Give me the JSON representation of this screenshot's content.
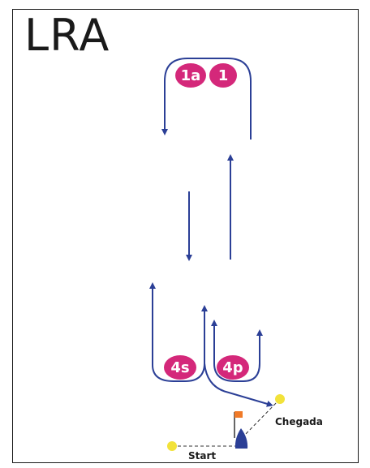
{
  "title": "LRA",
  "marks": {
    "mark_1a": "1a",
    "mark_1": "1",
    "mark_4s": "4s",
    "mark_4p": "4p"
  },
  "labels": {
    "finish": "Chegada",
    "start": "Start"
  },
  "colors": {
    "course_line": "#2b3f96",
    "mark_fill": "#d4287a",
    "buoy": "#f2e23a",
    "flag": "#f07a28",
    "boat": "#2b3f96",
    "text": "#1a1a1a"
  }
}
